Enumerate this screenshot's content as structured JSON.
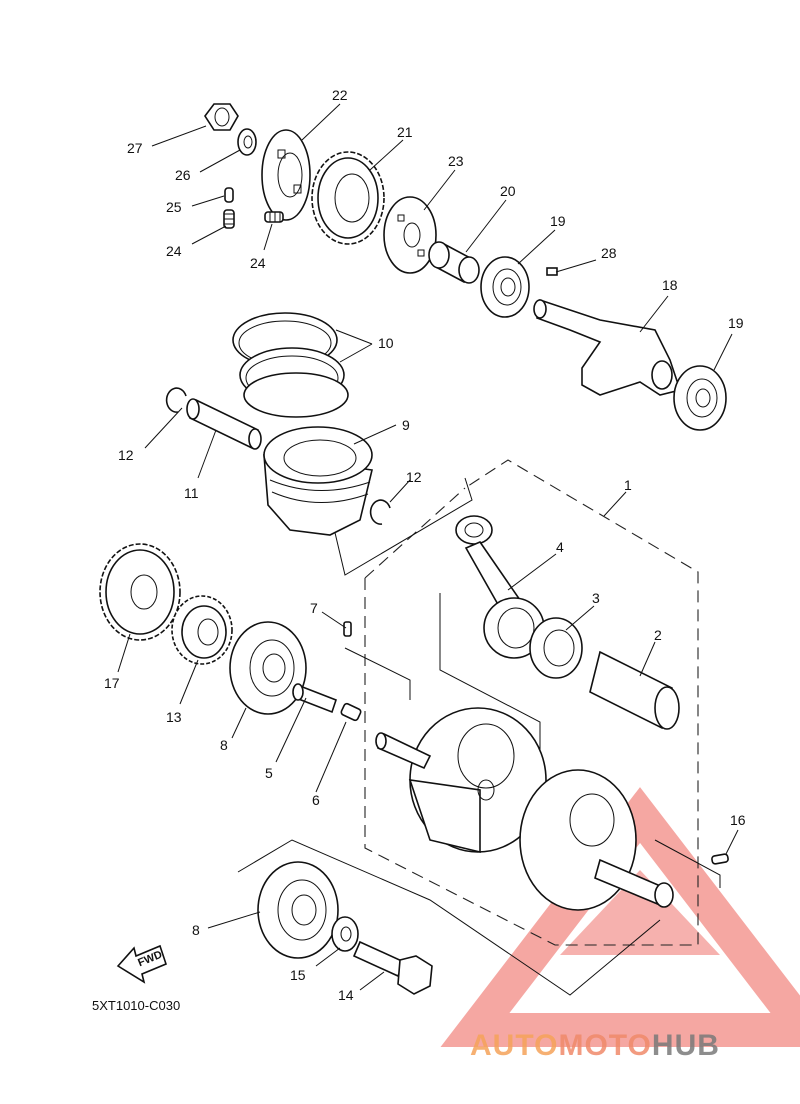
{
  "diagram": {
    "code": "5XT1010-C030",
    "fwd_label": "FWD",
    "watermark": {
      "part1": "AUTO",
      "part2": "MOTO",
      "part3": "HUB"
    },
    "callouts": {
      "c1": "1",
      "c2": "2",
      "c3": "3",
      "c4": "4",
      "c5": "5",
      "c6": "6",
      "c7": "7",
      "c8a": "8",
      "c8b": "8",
      "c9": "9",
      "c10": "10",
      "c11": "11",
      "c12a": "12",
      "c12b": "12",
      "c13": "13",
      "c14": "14",
      "c15": "15",
      "c16": "16",
      "c17": "17",
      "c18": "18",
      "c19a": "19",
      "c19b": "19",
      "c20": "20",
      "c21": "21",
      "c22": "22",
      "c23": "23",
      "c24a": "24",
      "c24b": "24",
      "c25": "25",
      "c26": "26",
      "c27": "27",
      "c28": "28"
    },
    "colors": {
      "watermark_red": "#e8504a",
      "watermark_orange": "#f5a35a",
      "watermark_gray": "#7a7a7a"
    }
  }
}
